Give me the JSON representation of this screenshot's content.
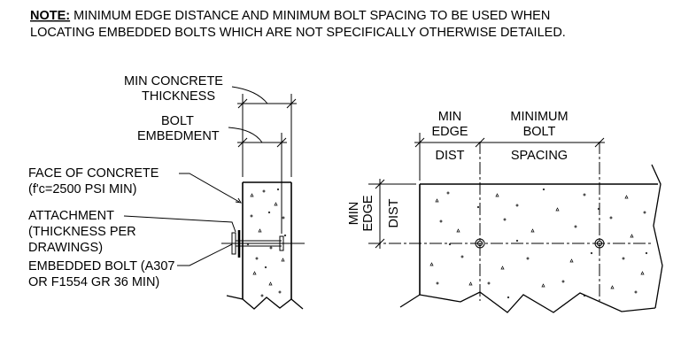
{
  "note": {
    "prefix": "NOTE:",
    "line1": " MINIMUM EDGE DISTANCE AND MINIMUM BOLT SPACING TO BE USED WHEN",
    "line2": "LOCATING EMBEDDED BOLTS WHICH ARE NOT SPECIFICALLY OTHERWISE DETAILED."
  },
  "section_view": {
    "min_thickness_label": [
      "MIN CONCRETE",
      "THICKNESS"
    ],
    "bolt_embedment_label": [
      "BOLT",
      "EMBEDMENT"
    ],
    "face_of_concrete_label": [
      "FACE OF CONCRETE",
      "(f'c=2500 PSI MIN)"
    ],
    "attachment_label": [
      "ATTACHMENT",
      "(THICKNESS PER",
      "DRAWINGS)"
    ],
    "embedded_bolt_label": [
      "EMBEDDED BOLT (A307",
      "OR F1554 GR 36 MIN)"
    ]
  },
  "plan_view": {
    "min_edge_header": [
      "MIN",
      "EDGE"
    ],
    "dist_header": "DIST",
    "min_bolt_header": [
      "MINIMUM",
      "BOLT"
    ],
    "spacing_header": "SPACING",
    "vertical_label": [
      "MIN",
      "EDGE"
    ],
    "vertical_dist": "DIST"
  }
}
